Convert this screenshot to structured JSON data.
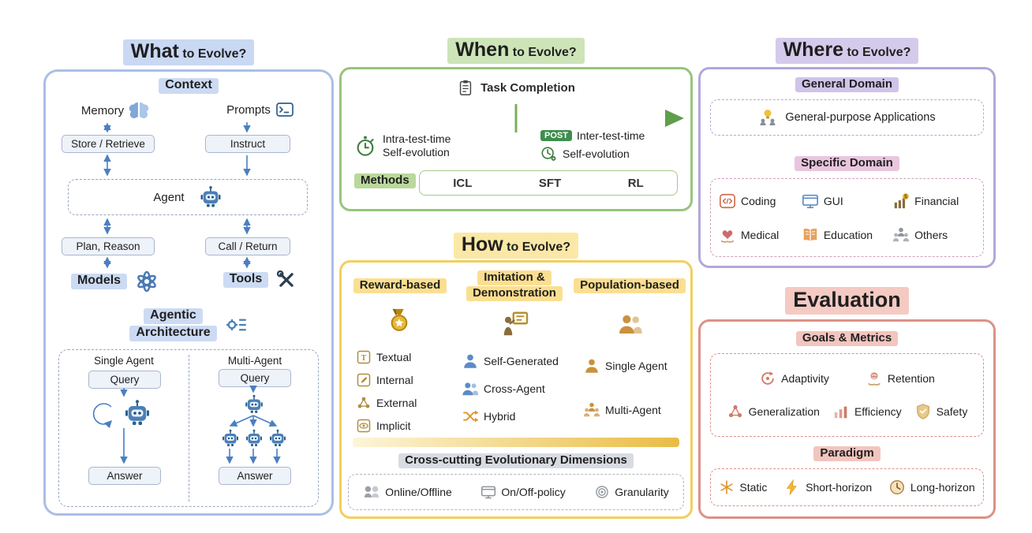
{
  "diagram": {
    "what": {
      "title_big": "What",
      "title_rest": "to Evolve?",
      "context": {
        "label": "Context"
      },
      "memory": {
        "label": "Memory",
        "icon": "brain-icon"
      },
      "prompts": {
        "label": "Prompts",
        "icon": "prompt-window-icon"
      },
      "store_retrieve": {
        "label": "Store / Retrieve"
      },
      "instruct": {
        "label": "Instruct"
      },
      "agent": {
        "label": "Agent",
        "icon": "robot-icon"
      },
      "plan_reason": {
        "label": "Plan, Reason"
      },
      "call_return": {
        "label": "Call / Return"
      },
      "models": {
        "label": "Models",
        "icon": "openai-logo-icon"
      },
      "tools": {
        "label": "Tools",
        "icon": "crossed-tools-icon"
      },
      "agentic_architecture": {
        "line1": "Agentic",
        "line2": "Architecture",
        "icon": "gear-list-icon"
      },
      "single_agent": {
        "title": "Single Agent",
        "query": "Query",
        "answer": "Answer",
        "icon": "robot-icon"
      },
      "multi_agent": {
        "title": "Multi-Agent",
        "query": "Query",
        "answer": "Answer",
        "icon": "robot-icon"
      }
    },
    "when": {
      "title_big": "When",
      "title_rest": "to Evolve?",
      "task_completion": {
        "label": "Task Completion",
        "icon": "clipboard-icon"
      },
      "intra": {
        "line1": "Intra-test-time",
        "line2": "Self-evolution",
        "icon": "stopwatch-icon"
      },
      "inter": {
        "badge": "POST",
        "line1": "Inter-test-time",
        "line2": "Self-evolution",
        "icon": "clock-gear-icon"
      },
      "methods": {
        "label": "Methods",
        "options": [
          "ICL",
          "SFT",
          "RL"
        ]
      }
    },
    "how": {
      "title_big": "How",
      "title_rest": "to Evolve?",
      "reward": {
        "header": "Reward-based",
        "icon": "medal-icon",
        "items": [
          {
            "label": "Textual",
            "icon": "text-box-icon"
          },
          {
            "label": "Internal",
            "icon": "pencil-box-icon"
          },
          {
            "label": "External",
            "icon": "network-icon"
          },
          {
            "label": "Implicit",
            "icon": "eye-box-icon"
          }
        ]
      },
      "imitation": {
        "header_line1": "Imitation &",
        "header_line2": "Demonstration",
        "icon": "presenter-icon",
        "items": [
          {
            "label": "Self-Generated",
            "icon": "person-icon"
          },
          {
            "label": "Cross-Agent",
            "icon": "two-people-icon"
          },
          {
            "label": "Hybrid",
            "icon": "shuffle-icon"
          }
        ]
      },
      "population": {
        "header": "Population-based",
        "icon": "people-icon",
        "items": [
          {
            "label": "Single Agent",
            "icon": "person-icon"
          },
          {
            "label": "Multi-Agent",
            "icon": "three-people-icon"
          }
        ]
      },
      "cross_cutting": {
        "label": "Cross-cutting Evolutionary Dimensions",
        "items": [
          {
            "label": "Online/Offline",
            "icon": "chat-people-icon"
          },
          {
            "label": "On/Off-policy",
            "icon": "monitor-pen-icon"
          },
          {
            "label": "Granularity",
            "icon": "concentric-circles-icon"
          }
        ]
      }
    },
    "where": {
      "title_big": "Where",
      "title_rest": "to Evolve?",
      "general": {
        "header": "General Domain",
        "item": {
          "label": "General-purpose Applications",
          "icon": "bulb-people-icon"
        }
      },
      "specific": {
        "header": "Specific Domain",
        "items": [
          {
            "label": "Coding",
            "icon": "code-window-icon"
          },
          {
            "label": "GUI",
            "icon": "gui-window-icon"
          },
          {
            "label": "Financial",
            "icon": "bar-chart-dollar-icon"
          },
          {
            "label": "Medical",
            "icon": "heart-hand-icon"
          },
          {
            "label": "Education",
            "icon": "open-book-icon"
          },
          {
            "label": "Others",
            "icon": "three-people-icon"
          }
        ]
      }
    },
    "evaluation": {
      "title": "Evaluation",
      "goals": {
        "header": "Goals & Metrics",
        "items": [
          {
            "label": "Adaptivity",
            "icon": "cycle-arrows-icon"
          },
          {
            "label": "Retention",
            "icon": "brain-hand-icon"
          },
          {
            "label": "Generalization",
            "icon": "network-icon"
          },
          {
            "label": "Efficiency",
            "icon": "bar-chart-up-icon"
          },
          {
            "label": "Safety",
            "icon": "shield-check-icon"
          }
        ]
      },
      "paradigm": {
        "header": "Paradigm",
        "items": [
          {
            "label": "Static",
            "icon": "snowflake-icon"
          },
          {
            "label": "Short-horizon",
            "icon": "lightning-icon"
          },
          {
            "label": "Long-horizon",
            "icon": "clock-icon"
          }
        ]
      }
    },
    "colors": {
      "what_accent": "#a9bfe8",
      "when_accent": "#97c47c",
      "how_accent": "#f2cf5e",
      "where_accent": "#b2a7d9",
      "evaluation_accent": "#dd9187",
      "arrow_blue": "#4a7fc1",
      "post_badge_green": "#3e8e4e"
    }
  }
}
